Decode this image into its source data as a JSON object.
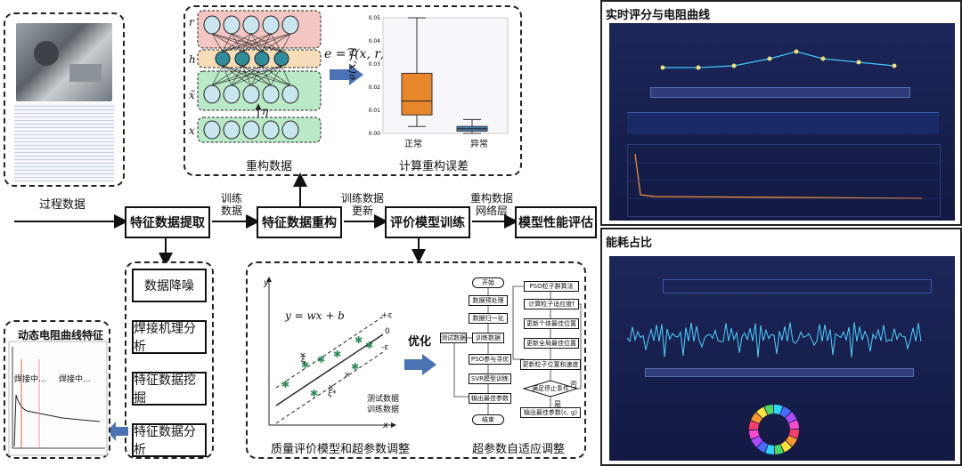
{
  "inputs": {
    "process_data": "过程数据"
  },
  "main_flow": {
    "feature_extract": "特征数据提取",
    "feature_reconstruct": "特征数据重构",
    "eval_train": "评价模型训练",
    "perf_eval": "模型性能评估"
  },
  "edge_labels": {
    "train_data": "训练数据",
    "train_data_update": "训练数据更新",
    "recon_network": "重构数据网络层"
  },
  "sub_flow": {
    "denoise": "数据降噪",
    "weld_analysis": "焊接机理分析",
    "mining": "特征数据挖掘",
    "analysis": "特征数据分析"
  },
  "dyn_panel": {
    "title": "动态电阻曲线特征",
    "label_a": "焊接中...",
    "label_b": "焊接中..."
  },
  "recon_panel": {
    "nn_caption": "重构数据",
    "box_caption": "计算重构误差",
    "formula": "e = f(x, r)",
    "eta": "η",
    "layers": [
      "r",
      "h",
      "x̃",
      "x"
    ],
    "ylabel": "e(x, r)",
    "categories": [
      "正常",
      "异常"
    ],
    "yticks": [
      "0.05",
      "0.04",
      "0.03",
      "0.02",
      "0.01",
      "0.00"
    ]
  },
  "chart_data": {
    "type": "box",
    "categories": [
      "正常",
      "异常"
    ],
    "series": [
      {
        "name": "正常",
        "min": 0.003,
        "q1": 0.008,
        "median": 0.014,
        "q3": 0.026,
        "max": 0.05
      },
      {
        "name": "异常",
        "min": 0.0,
        "q1": 0.001,
        "median": 0.002,
        "q3": 0.003,
        "max": 0.006
      }
    ],
    "ylim": [
      0,
      0.05
    ],
    "ylabel": "e(x, r)",
    "colors": [
      "#e8862a",
      "#4a7fb5"
    ]
  },
  "svr_panel": {
    "formula": "y = wx + b",
    "caption": "质量评价模型和超参数调整",
    "legend_test": "测试数据",
    "legend_train": "训练数据",
    "eps_plus": "+ε",
    "eps_zero": "0",
    "eps_minus": "-ε",
    "xi": "ξ",
    "xi_star": "ξ*",
    "axis_x": "x",
    "axis_y": "y"
  },
  "optimize_label": "优化",
  "pso_panel": {
    "caption": "超参数自适应调整",
    "start": "开始",
    "preprocess": "数据预处理",
    "normalize": "数据归一化",
    "test_data": "测试数据",
    "train_data": "训练数据",
    "pso_opt": "PSO参与寻优",
    "svr_train": "SVR模型训练",
    "output_best": "输出最佳参数",
    "end": "结束",
    "pso_algo": "PSO粒子群算法",
    "calc_fitness": "计算粒子适应度f",
    "update_indiv": "更新个体最佳位置",
    "update_global": "更新全局最佳位置",
    "update_particle": "更新粒子位置和速度",
    "meet_stop": "满足停止条件",
    "no": "否",
    "yes": "是",
    "output_params": "输出最佳参数(c, g)"
  },
  "right_top": {
    "title": "实时评分与电阻曲线"
  },
  "right_bottom": {
    "title": "能耗占比"
  }
}
